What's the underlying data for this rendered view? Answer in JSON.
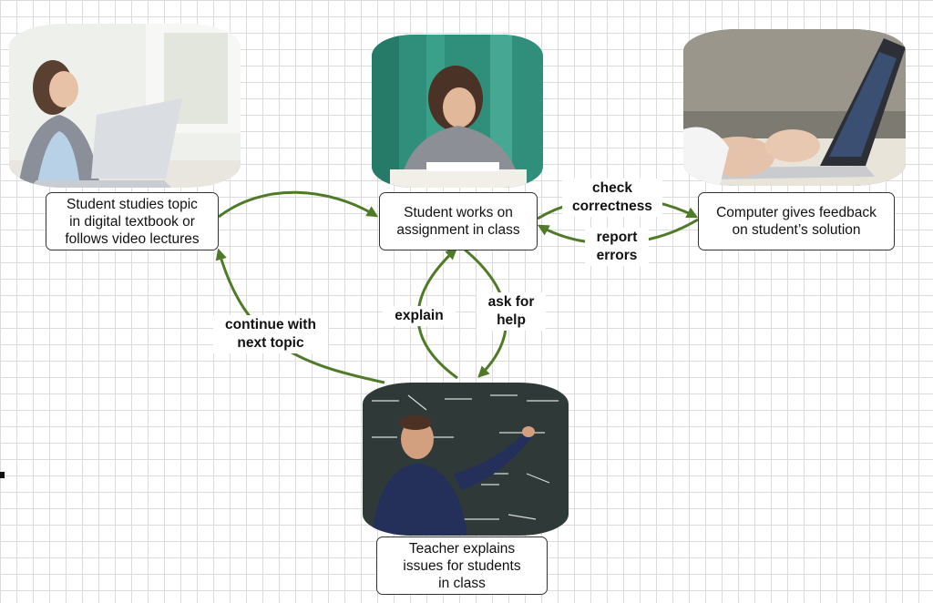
{
  "nodes": {
    "study": "Student studies topic\nin digital textbook or\nfollows video lectures",
    "assignment": "Student works on\nassignment in class",
    "feedback": "Computer gives feedback\non student’s  solution",
    "teacher": "Teacher explains\nissues for students\nin class"
  },
  "edge_labels": {
    "check": "check\ncorrectness",
    "report": "report\nerrors",
    "explain": "explain",
    "ask": "ask for\nhelp",
    "continue": "continue with\nnext topic"
  },
  "colors": {
    "arrow": "#4f7a28",
    "box_border": "#333333",
    "grid": "#dcdcdc"
  }
}
